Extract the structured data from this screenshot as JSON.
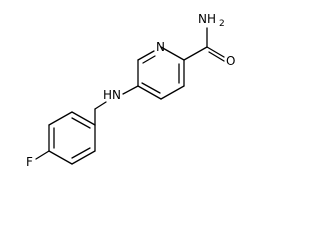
{
  "molecule": {
    "atoms": {
      "amide_nh2": "NH",
      "amide_nh2_sub": "2",
      "amide_o": "O",
      "ring_n": "N",
      "amine_nh": "HN",
      "fluorine": "F"
    }
  },
  "colors": {
    "bond": "#000000",
    "background": "#ffffff"
  }
}
